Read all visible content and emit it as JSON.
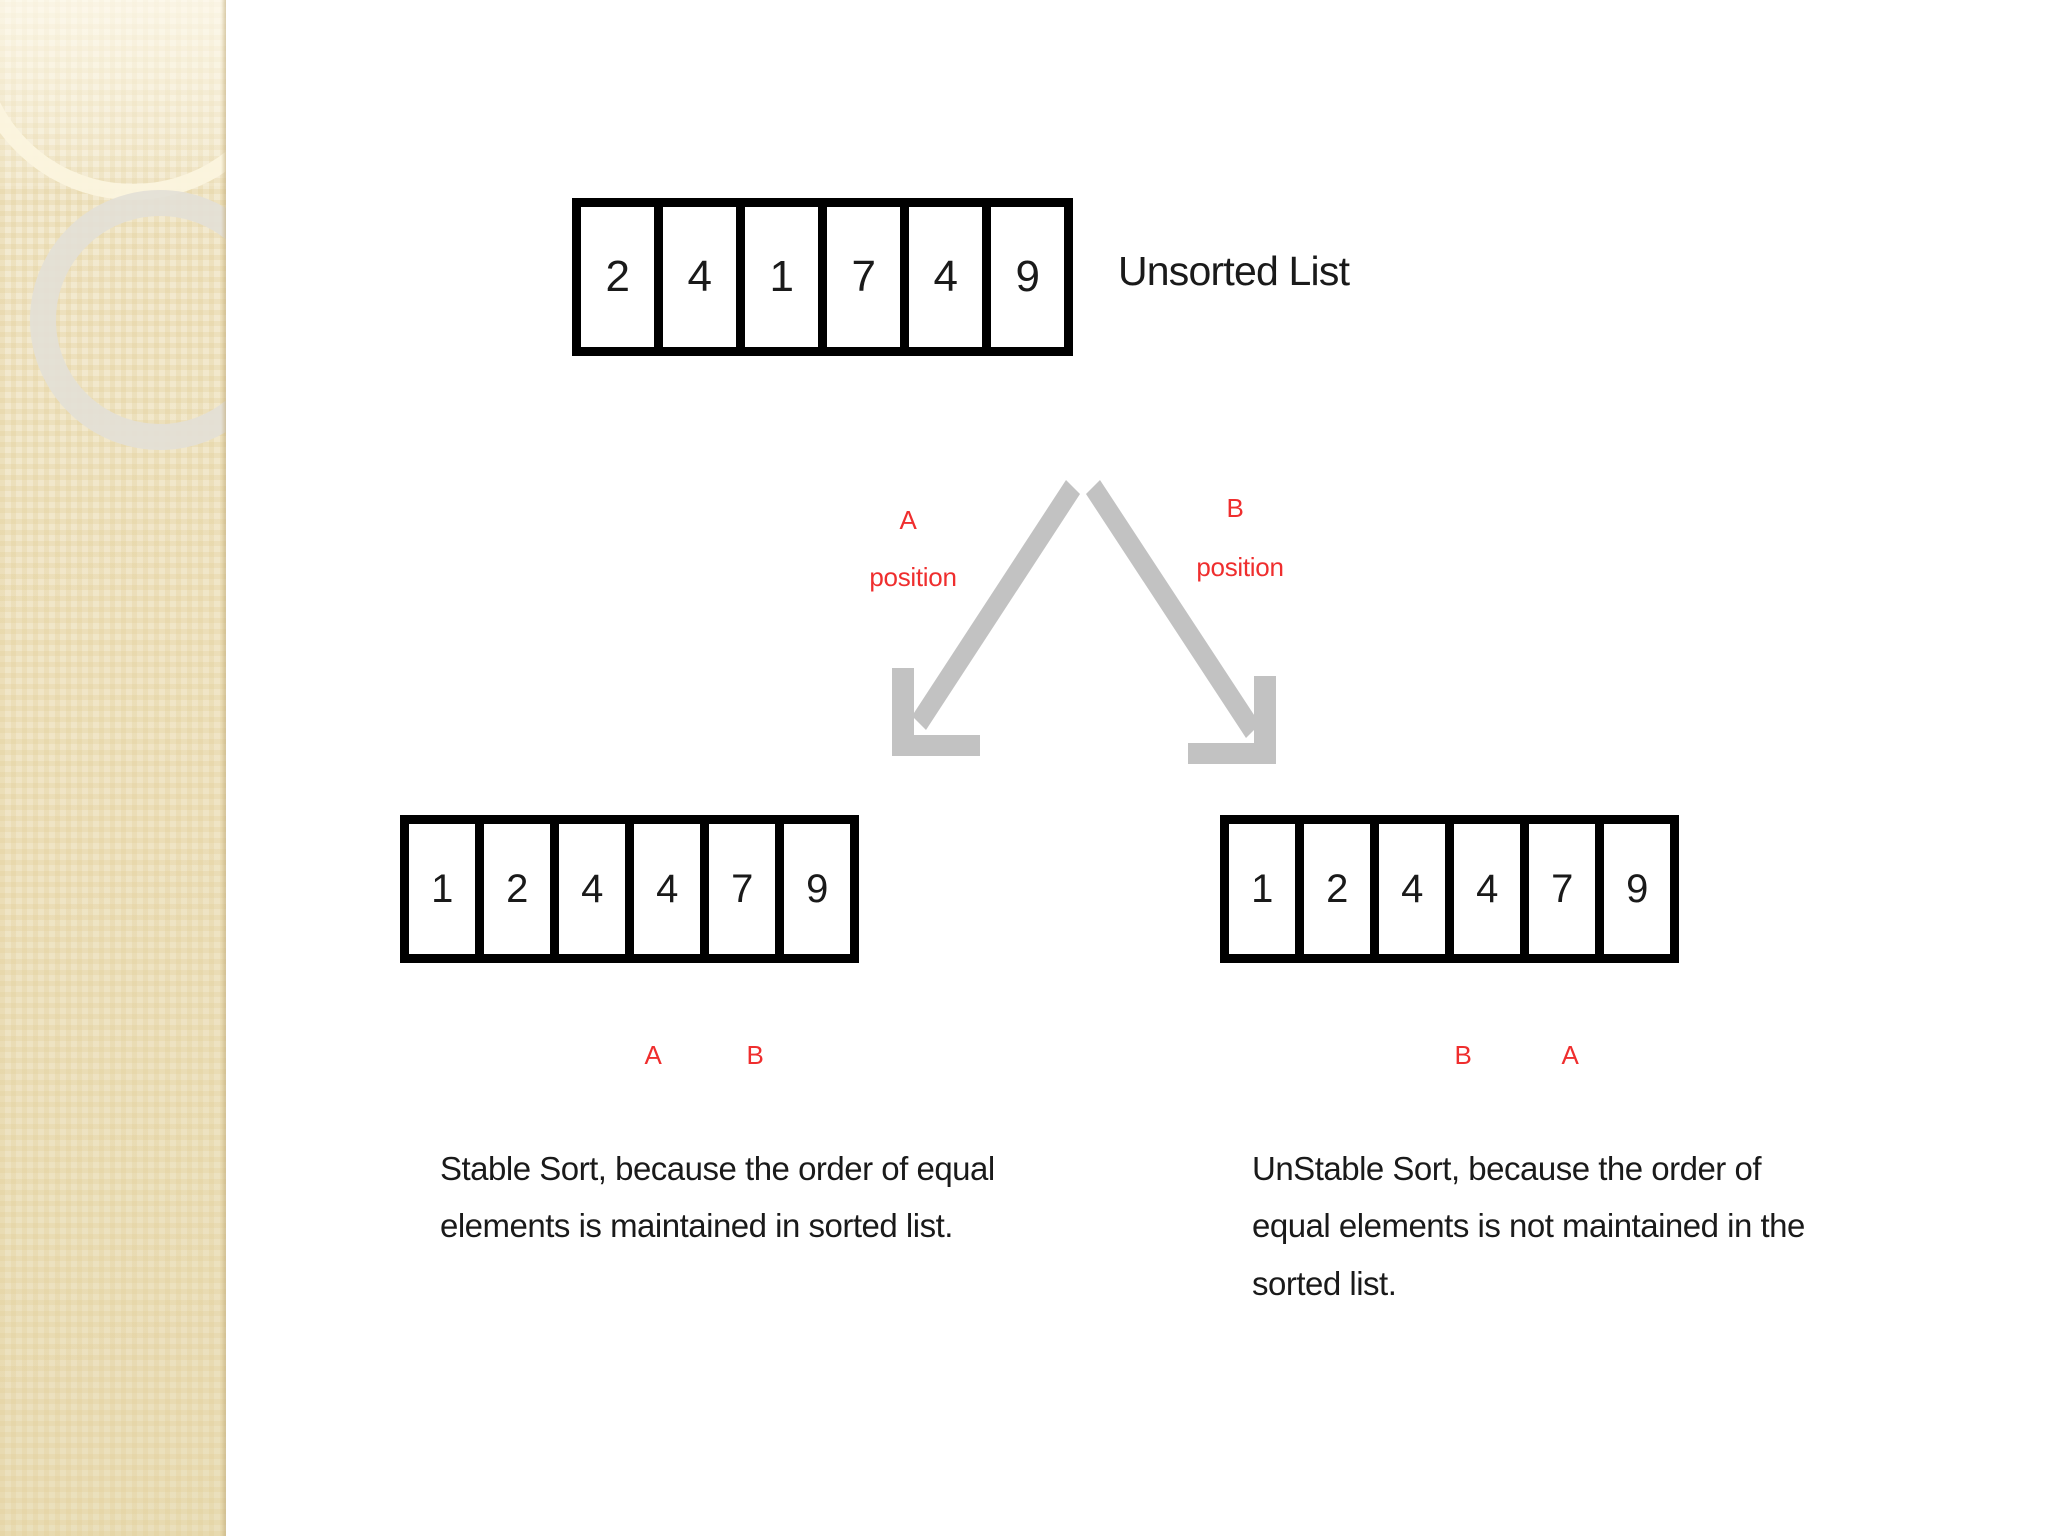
{
  "slide": {
    "title_label": "Unsorted List",
    "background_color": "#ffffff",
    "accent_red": "#ef2e2e",
    "arrow_gray": "#c2c2c2",
    "sidebar": {
      "name": "decorative-sidebar",
      "base_color": "#f0e5c6",
      "ring_gold_color": "#fbf4de",
      "ring_gray_color": "#e3e0d6"
    }
  },
  "arrays": {
    "unsorted": {
      "name": "unsorted-list",
      "label": "Unsorted List",
      "values": [
        "2",
        "4",
        "1",
        "7",
        "4",
        "9"
      ]
    },
    "stable": {
      "name": "stable-sorted-list",
      "values": [
        "1",
        "2",
        "4",
        "4",
        "7",
        "9"
      ],
      "markers": [
        "A",
        "B"
      ]
    },
    "unstable": {
      "name": "unstable-sorted-list",
      "values": [
        "1",
        "2",
        "4",
        "4",
        "7",
        "9"
      ],
      "markers": [
        "B",
        "A"
      ]
    }
  },
  "annotations": {
    "a_marker": "A",
    "b_marker": "B",
    "a_position": "position",
    "b_position": "position",
    "left_marker_1": "A",
    "left_marker_2": "B",
    "right_marker_1": "B",
    "right_marker_2": "A"
  },
  "captions": {
    "stable": "Stable Sort, because the order of equal elements is maintained in sorted list.",
    "unstable": "UnStable Sort, because the order of equal elements is not maintained in the sorted list."
  }
}
